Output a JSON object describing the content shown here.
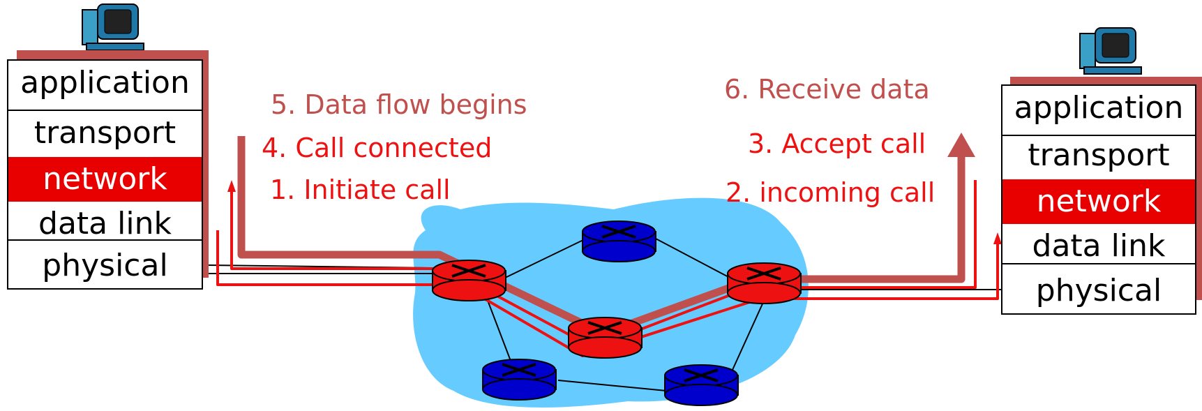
{
  "left_host": {
    "layers": [
      "application",
      "transport",
      "network",
      "data link",
      "physical"
    ],
    "highlighted_layer": "network"
  },
  "right_host": {
    "layers": [
      "application",
      "transport",
      "network",
      "data link",
      "physical"
    ],
    "highlighted_layer": "network"
  },
  "steps": {
    "step1": "1. Initiate call",
    "step2": "2. incoming call",
    "step3": "3. Accept call",
    "step4": "4. Call connected",
    "step5": "5. Data flow begins",
    "step6": "6. Receive data"
  },
  "colors": {
    "signal_path": "#ee1111",
    "data_path": "#c0504d",
    "network_cloud": "#66ccff",
    "active_router": "#ee1111",
    "idle_router": "#0000cc",
    "highlight_layer": "#e80000"
  }
}
